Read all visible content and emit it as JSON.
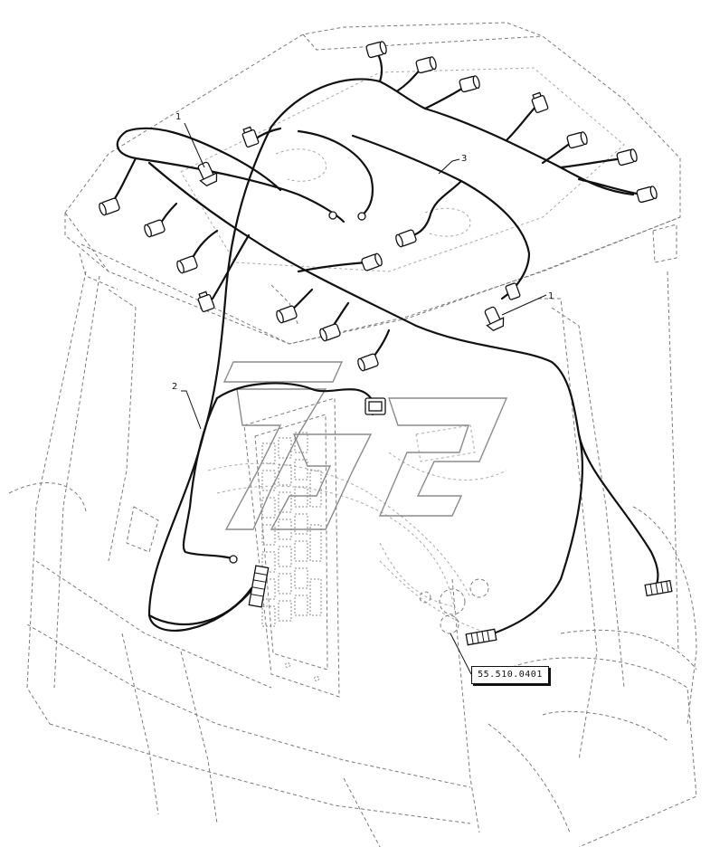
{
  "callouts": {
    "left_1": "1",
    "right_1": "1",
    "harness_2": "2",
    "harness_3": "3"
  },
  "reference": {
    "code": "55.510.0401"
  }
}
